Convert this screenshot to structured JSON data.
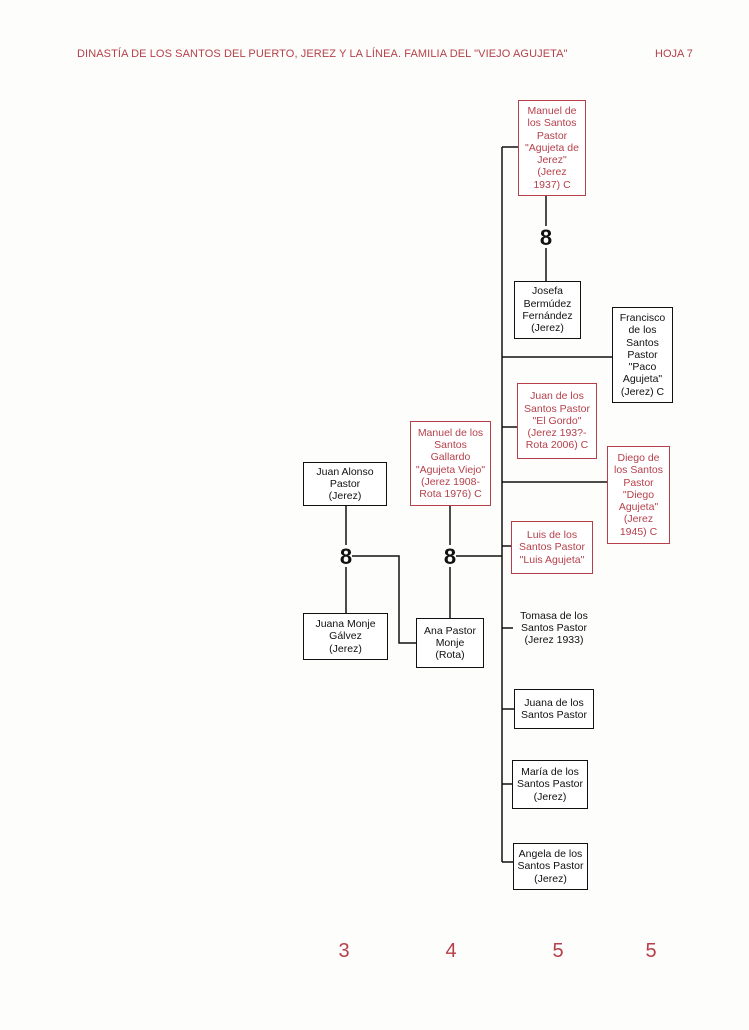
{
  "header": {
    "title": "DINASTÍA DE LOS SANTOS DEL PUERTO, JEREZ Y LA LÍNEA. FAMILIA DEL \"VIEJO AGUJETA\"",
    "sheet": "HOJA 7"
  },
  "colors": {
    "accent": "#b5404a",
    "ink": "#111111"
  },
  "persons": {
    "juan_alonso": {
      "text": "Juan Alonso\nPastor\n(Jerez)"
    },
    "juana_monje": {
      "text": "Juana Monje\nGálvez\n(Jerez)"
    },
    "manuel_viejo": {
      "text": "Manuel de los\nSantos\nGallardo\n\"Agujeta Viejo\"\n(Jerez 1908-\nRota 1976)  C"
    },
    "ana_pastor": {
      "text": "Ana Pastor\nMonje\n(Rota)"
    },
    "manuel_jerez": {
      "text": "Manuel de\nlos Santos\nPastor\n\"Agujeta de\nJerez\"\n(Jerez\n1937)  C"
    },
    "josefa": {
      "text": "Josefa\nBermúdez\nFernández\n(Jerez)"
    },
    "francisco": {
      "text": "Francisco\nde los\nSantos\nPastor\n\"Paco\nAgujeta\"\n(Jerez)  C"
    },
    "juan_gordo": {
      "text": "Juan de los\nSantos Pastor\n\"El Gordo\"\n(Jerez 193?-\nRota 2006)  C"
    },
    "diego": {
      "text": "Diego de\nlos Santos\nPastor\n\"Diego\nAgujeta\"\n(Jerez\n1945)  C"
    },
    "luis": {
      "text": "Luis de los\nSantos Pastor\n\"Luis Agujeta\""
    },
    "tomasa": {
      "text": "Tomasa de los\nSantos Pastor\n(Jerez 1933)"
    },
    "juana_santos": {
      "text": "Juana de los\nSantos Pastor"
    },
    "maria": {
      "text": "María de los\nSantos Pastor\n(Jerez)"
    },
    "angela": {
      "text": "Angela de los\nSantos Pastor\n(Jerez)"
    }
  },
  "marriage_symbol": "8",
  "generations": [
    {
      "label": "3",
      "color": "#b5404a"
    },
    {
      "label": "4",
      "color": "#b5404a"
    },
    {
      "label": "5",
      "color": "#b5404a"
    },
    {
      "label": "5",
      "color": "#b5404a"
    }
  ]
}
